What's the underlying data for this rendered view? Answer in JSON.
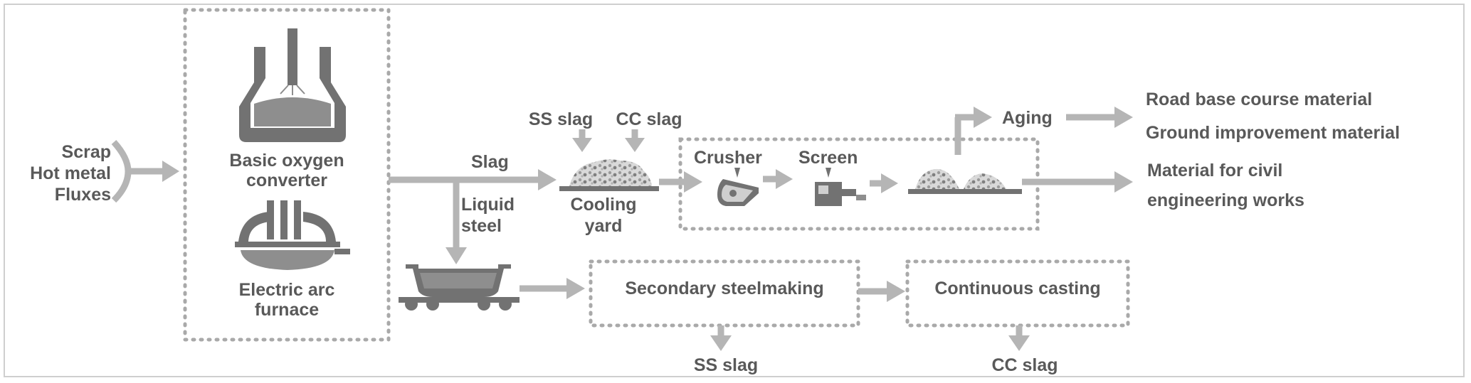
{
  "inputs": [
    "Scrap",
    "Hot metal",
    "Fluxes"
  ],
  "bof_label": [
    "Basic oxygen",
    "converter"
  ],
  "eaf_label": [
    "Electric arc",
    "furnace"
  ],
  "slag_label": "Slag",
  "liquid_steel_label": [
    "Liquid",
    "steel"
  ],
  "ss_slag_top": "SS slag",
  "cc_slag_top": "CC slag",
  "cooling_yard_label": [
    "Cooling",
    "yard"
  ],
  "crusher_label": "Crusher",
  "screen_label": "Screen",
  "aging_label": "Aging",
  "outputs_aged": [
    "Road base course material",
    "Ground improvement material"
  ],
  "outputs_direct": [
    "Material for civil",
    "engineering works"
  ],
  "secondary_steelmaking_label": "Secondary steelmaking",
  "continuous_casting_label": "Continuous casting",
  "ss_slag_bottom": "SS slag",
  "cc_slag_bottom": "CC slag"
}
